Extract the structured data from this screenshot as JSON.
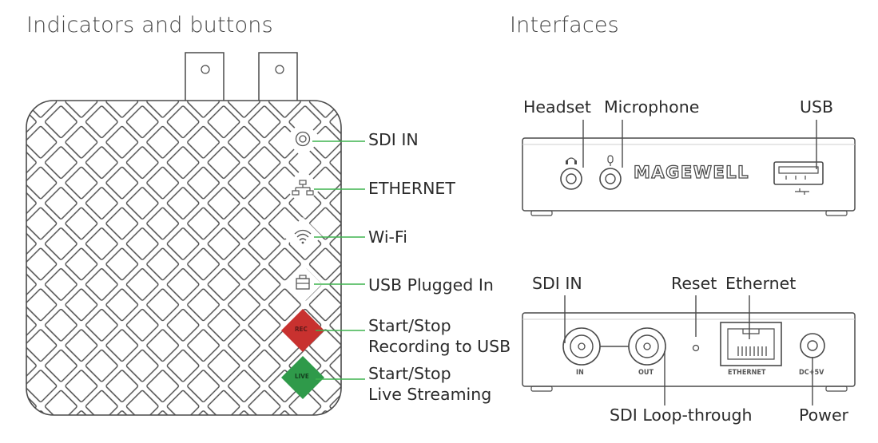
{
  "left_section": {
    "title": "Indicators and buttons",
    "labels": {
      "sdi_in": "SDI IN",
      "ethernet": "ETHERNET",
      "wifi": "Wi-Fi",
      "usb": "USB Plugged In",
      "rec_line1": "Start/Stop",
      "rec_line2": "Recording to USB",
      "live_line1": "Start/Stop",
      "live_line2": "Live Streaming"
    },
    "buttons": {
      "rec": "REC",
      "live": "LIVE"
    }
  },
  "right_section": {
    "title": "Interfaces",
    "front": {
      "headset": "Headset",
      "microphone": "Microphone",
      "usb": "USB",
      "brand": "MAGEWELL"
    },
    "back": {
      "sdi_in": "SDI IN",
      "reset": "Reset",
      "ethernet": "Ethernet",
      "sdi_loop": "SDI Loop-through",
      "power": "Power",
      "port_in": "IN",
      "port_out": "OUT",
      "port_ethernet": "ETHERNET",
      "port_dc": "DC+5V"
    }
  },
  "colors": {
    "rec": "#c8312f",
    "live": "#2f9a4a",
    "leader": "#3fb34f",
    "outline": "#4a4a4a"
  }
}
